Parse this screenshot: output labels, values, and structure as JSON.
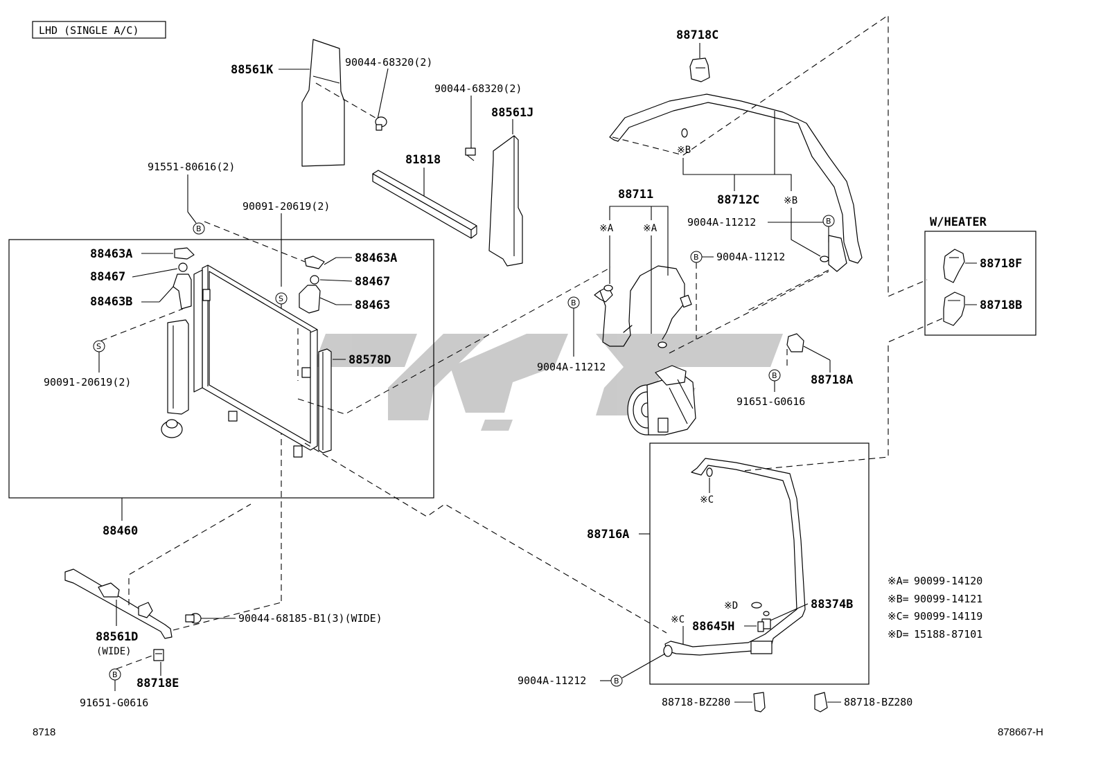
{
  "header": {
    "variant": "LHD (SINGLE A/C)"
  },
  "footer": {
    "left_code": "8718",
    "right_code": "878667-H"
  },
  "labels": {
    "p88561K": "88561K",
    "p90044_68320_a": "90044-68320(2)",
    "p90044_68320_b": "90044-68320(2)",
    "p88561J": "88561J",
    "p81818": "81818",
    "p91551": "91551-80616(2)",
    "p90091_top": "90091-20619(2)",
    "p88463A_left": "88463A",
    "p88467_left": "88467",
    "p88463B": "88463B",
    "p90091_left": "90091-20619(2)",
    "p88463A_right": "88463A",
    "p88467_right": "88467",
    "p88463": "88463",
    "p88578D": "88578D",
    "p88460": "88460",
    "p88561D": "88561D",
    "p88561D_note": "(WIDE)",
    "p90044_68185": "90044-68185-B1(3)(WIDE)",
    "p88718E": "88718E",
    "p91651_left": "91651-G0616",
    "p88718C": "88718C",
    "p88711": "88711",
    "p88712C": "88712C",
    "p9004A_1": "9004A-11212",
    "p9004A_2": "9004A-11212",
    "p9004A_3": "9004A-11212",
    "p9004A_4": "9004A-11212",
    "p88718A": "88718A",
    "p91651_right": "91651-G0616",
    "p88716A": "88716A",
    "p88374B": "88374B",
    "p88645H": "88645H",
    "p88718_bz_left": "88718-BZ280",
    "p88718_bz_right": "88718-BZ280",
    "whheater_title": "W/HEATER",
    "p88718F": "88718F",
    "p88718B": "88718B",
    "markA1": "※A",
    "markA2": "※A",
    "markB1": "※B",
    "markB2": "※B",
    "markC1": "※C",
    "markC2": "※C",
    "markD": "※D"
  },
  "circle_marks": {
    "B": "B",
    "S": "S"
  },
  "legend": [
    {
      "key": "※A=",
      "part": "90099-14120"
    },
    {
      "key": "※B=",
      "part": "90099-14121"
    },
    {
      "key": "※C=",
      "part": "90099-14119"
    },
    {
      "key": "※D=",
      "part": "15188-87101"
    }
  ],
  "colors": {
    "ink": "#000000",
    "watermark": "#c8c8c8",
    "background": "#ffffff"
  }
}
